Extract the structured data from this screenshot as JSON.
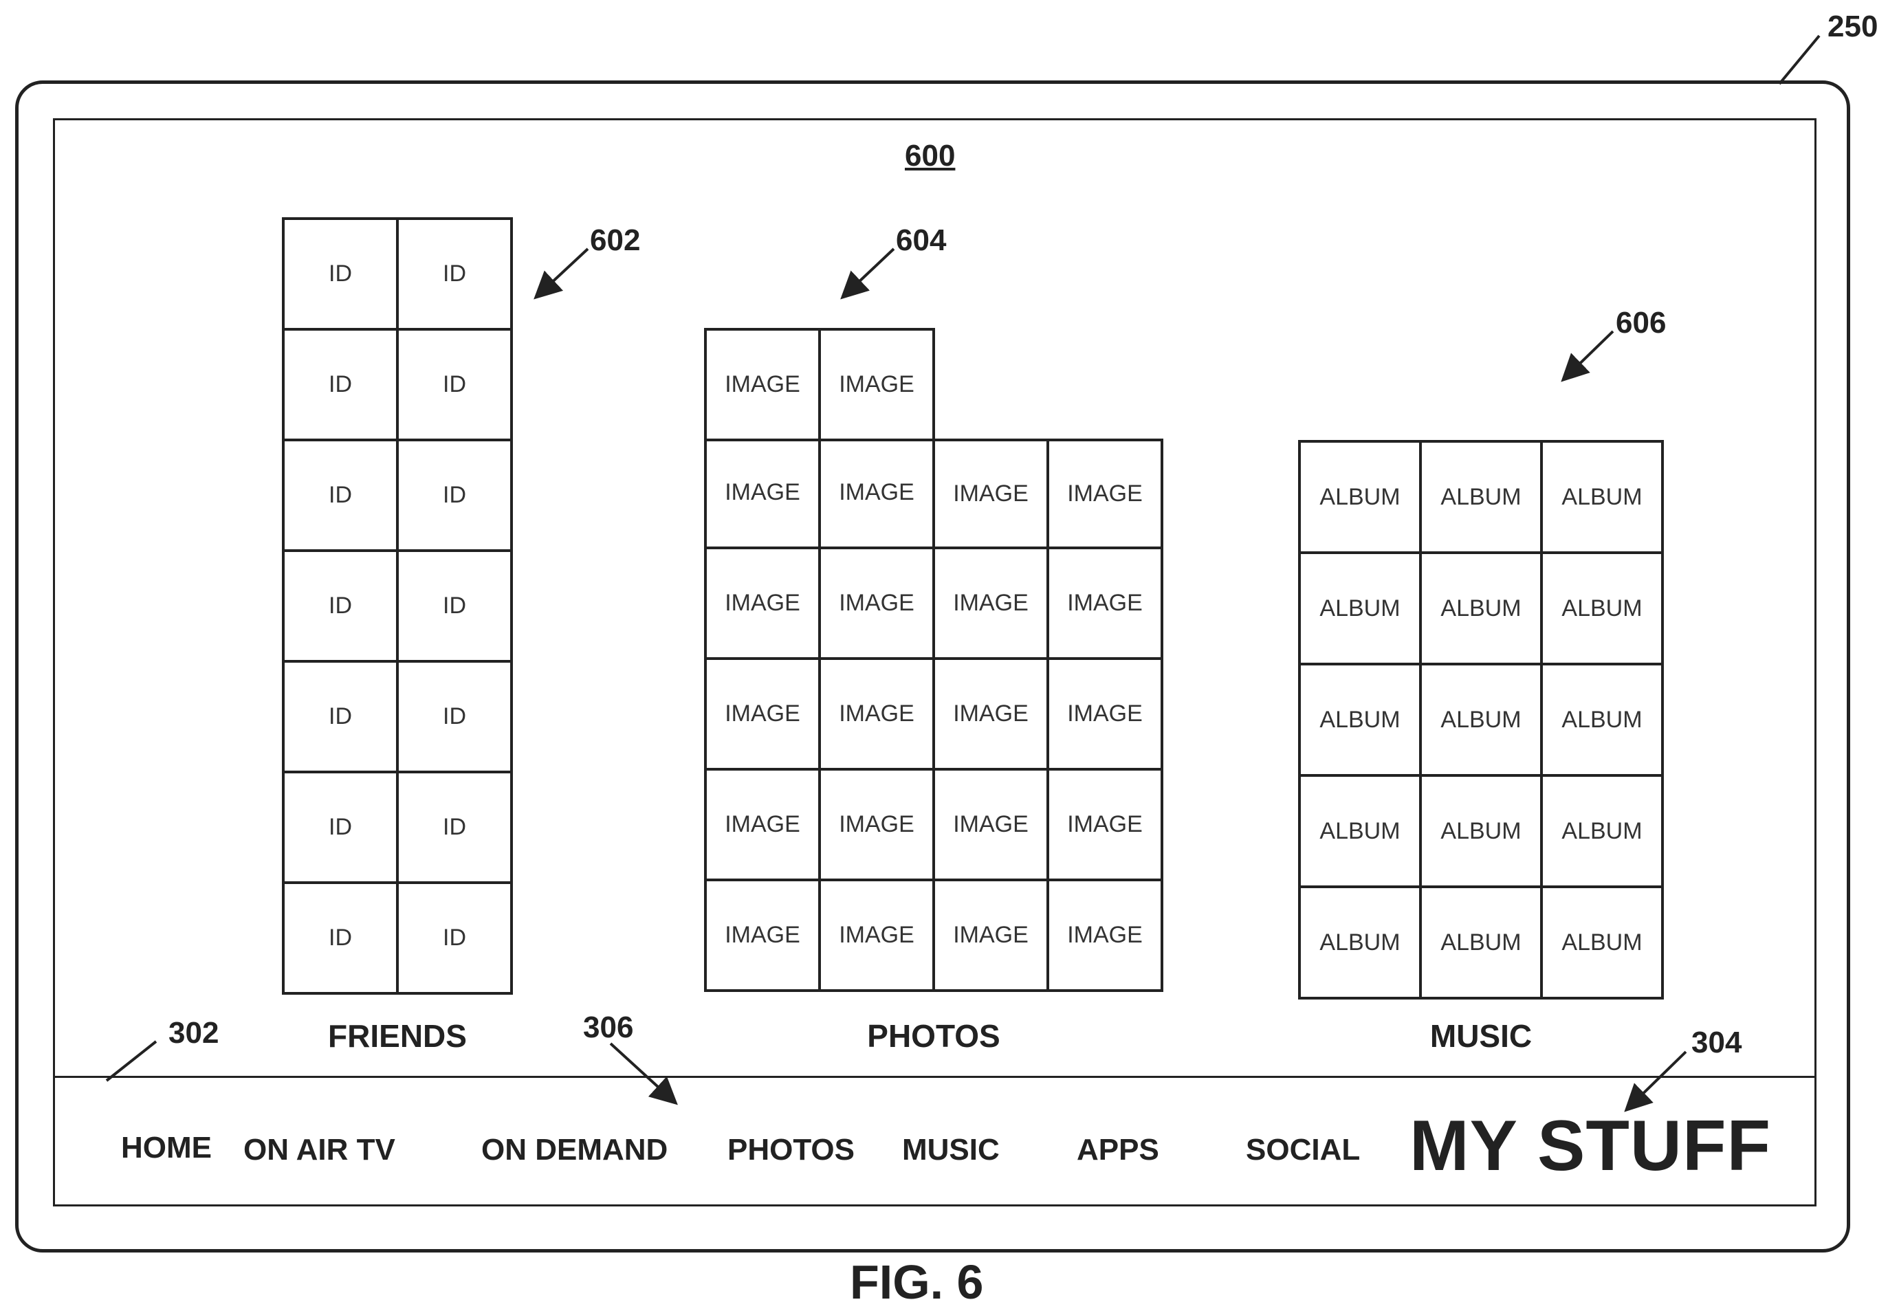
{
  "references": {
    "device": "250",
    "screen": "600",
    "friends_grid": "602",
    "photos_grid": "604",
    "music_grid": "606",
    "nav_bar": "302",
    "nav_my_stuff": "304",
    "nav_pointer": "306"
  },
  "grids": {
    "friends": {
      "label": "FRIENDS",
      "rows": [
        [
          "ID",
          "ID"
        ],
        [
          "ID",
          "ID"
        ],
        [
          "ID",
          "ID"
        ],
        [
          "ID",
          "ID"
        ],
        [
          "ID",
          "ID"
        ],
        [
          "ID",
          "ID"
        ],
        [
          "ID",
          "ID"
        ]
      ]
    },
    "photos": {
      "label": "PHOTOS",
      "top_row": [
        "IMAGE",
        "IMAGE"
      ],
      "rows": [
        [
          "IMAGE",
          "IMAGE",
          "IMAGE",
          "IMAGE"
        ],
        [
          "IMAGE",
          "IMAGE",
          "IMAGE",
          "IMAGE"
        ],
        [
          "IMAGE",
          "IMAGE",
          "IMAGE",
          "IMAGE"
        ],
        [
          "IMAGE",
          "IMAGE",
          "IMAGE",
          "IMAGE"
        ],
        [
          "IMAGE",
          "IMAGE",
          "IMAGE",
          "IMAGE"
        ]
      ]
    },
    "music": {
      "label": "MUSIC",
      "rows": [
        [
          "ALBUM",
          "ALBUM",
          "ALBUM"
        ],
        [
          "ALBUM",
          "ALBUM",
          "ALBUM"
        ],
        [
          "ALBUM",
          "ALBUM",
          "ALBUM"
        ],
        [
          "ALBUM",
          "ALBUM",
          "ALBUM"
        ],
        [
          "ALBUM",
          "ALBUM",
          "ALBUM"
        ]
      ]
    }
  },
  "nav": {
    "items": [
      "HOME",
      "ON AIR TV",
      "ON DEMAND",
      "PHOTOS",
      "MUSIC",
      "APPS",
      "SOCIAL"
    ],
    "selected": "MY STUFF"
  },
  "figure_caption": "FIG. 6"
}
